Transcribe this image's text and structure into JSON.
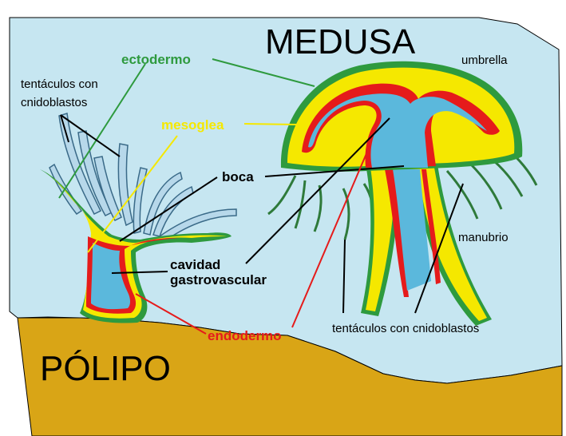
{
  "titles": {
    "medusa": "MEDUSA",
    "polipo": "PÓLIPO"
  },
  "labels": {
    "ectodermo": "ectodermo",
    "mesoglea": "mesoglea",
    "boca": "boca",
    "cavidad_line1": "cavidad",
    "cavidad_line2": "gastrovascular",
    "endodermo": "endodermo",
    "tentaculos_polipo_line1": "tentáculos con",
    "tentaculos_polipo_line2": "cnidoblastos",
    "umbrella": "umbrella",
    "manubrio": "manubrio",
    "tentaculos_medusa": "tentáculos con cnidoblastos"
  },
  "colors": {
    "water": "#c6e6f1",
    "sand": "#d9a516",
    "ectodermo": "#2e9a3e",
    "mesoglea": "#f5e800",
    "endodermo": "#e51b1b",
    "cavity": "#5bb8dc",
    "tentacle_polyp": "#b7d8ea",
    "text": "#000000"
  }
}
